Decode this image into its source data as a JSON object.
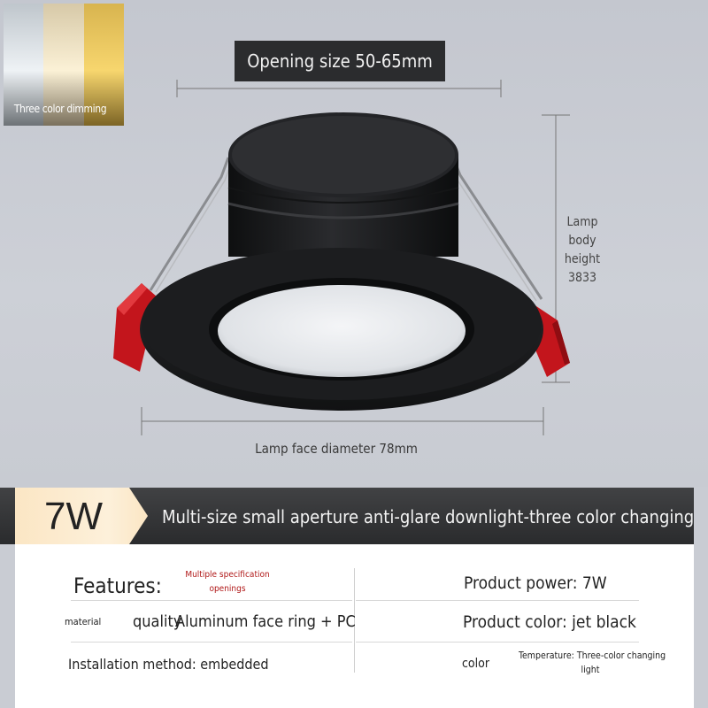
{
  "swatch": {
    "label": "Three color dimming",
    "colors": [
      "#e8ecef",
      "#fbefd2",
      "#f3cf63"
    ]
  },
  "dimensions": {
    "opening": "Opening size 50-65mm",
    "body_height_lines": [
      "Lamp",
      "body",
      "height",
      "3833"
    ],
    "face_diameter": "Lamp face diameter 78mm"
  },
  "banner": {
    "power": "7W",
    "title": "Multi-size small aperture anti-glare downlight-three color changing"
  },
  "specs": {
    "features_label": "Features:",
    "features_note_line1": "Multiple specification",
    "features_note_line2": "openings",
    "product_power": "Product power: 7W",
    "material_small": "material",
    "quality_label": "quality",
    "material_value": "Aluminum face ring + PC",
    "product_color": "Product color: jet black",
    "installation": "Installation method: embedded",
    "color_label": "color",
    "temperature_line1": "Temperature: Three-color changing",
    "temperature_line2": "light"
  },
  "colors": {
    "lamp_body": "#1b1c1e",
    "clip_red": "#c3151c",
    "diffuser": "#e9ebee",
    "banner_dark": "#2d2e30",
    "power_tag": "#fbe8c8"
  }
}
